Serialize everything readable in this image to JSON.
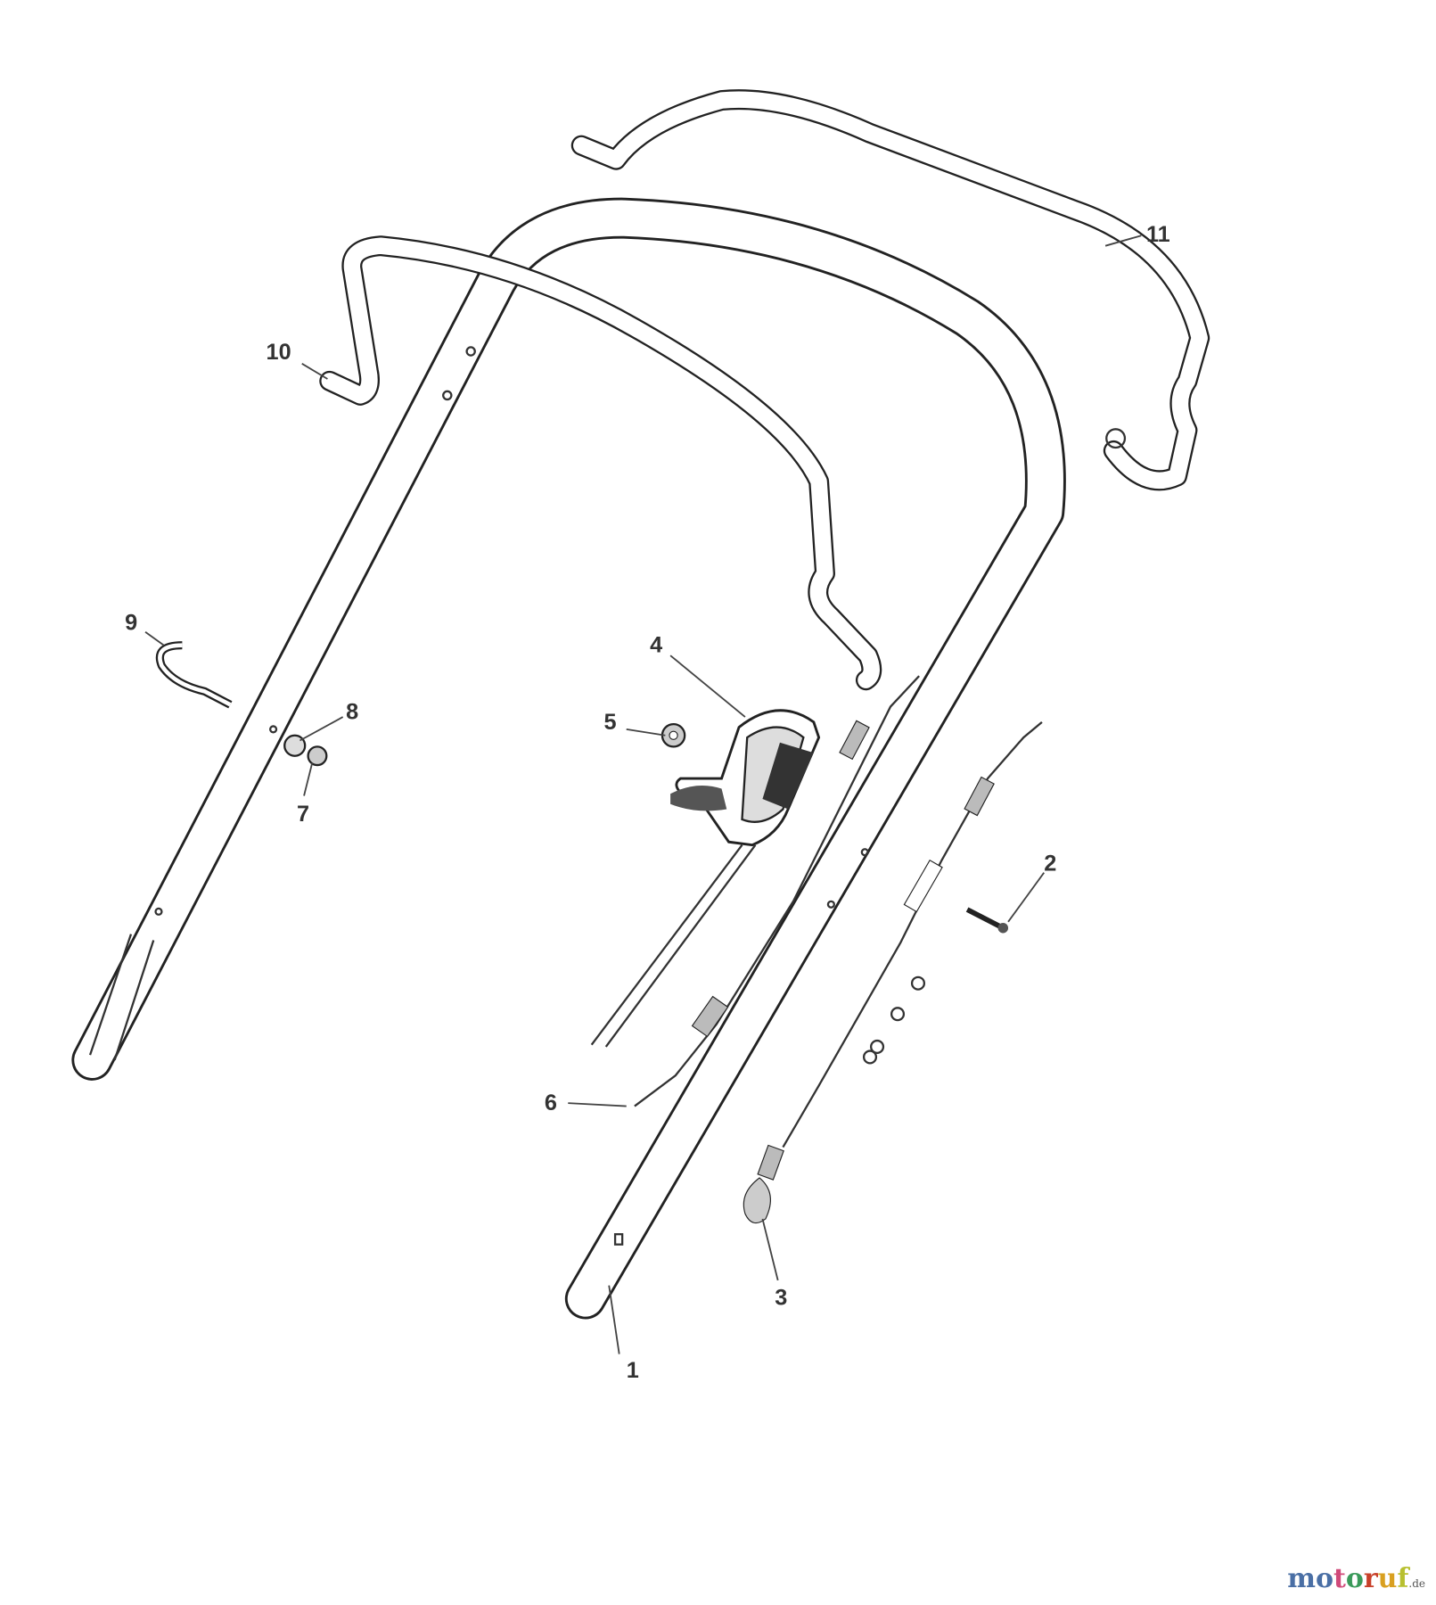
{
  "callouts": [
    "1",
    "2",
    "3",
    "4",
    "5",
    "6",
    "7",
    "8",
    "9",
    "10",
    "11"
  ],
  "logo": {
    "name": "motoruf",
    "tld": ".de",
    "letter_colors": [
      "#4a6fa5",
      "#4a6fa5",
      "#d04a7a",
      "#3a9a5a",
      "#c8402a",
      "#d9a020",
      "#b8c030"
    ]
  }
}
